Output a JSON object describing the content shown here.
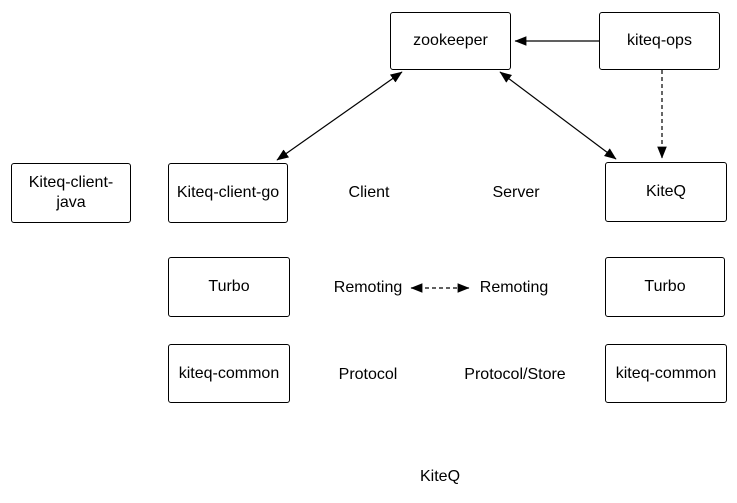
{
  "diagram": {
    "caption": "KiteQ",
    "nodes": {
      "zookeeper": {
        "label": "zookeeper"
      },
      "kiteq_ops": {
        "label": "kiteq-ops"
      },
      "kiteq_client_java": {
        "label": "Kiteq-client-java"
      },
      "kiteq_client_go": {
        "label": "Kiteq-client-go"
      },
      "kiteq": {
        "label": "KiteQ"
      },
      "turbo_client": {
        "label": "Turbo"
      },
      "turbo_server": {
        "label": "Turbo"
      },
      "kiteq_common_client": {
        "label": "kiteq-common"
      },
      "kiteq_common_server": {
        "label": "kiteq-common"
      }
    },
    "labels": {
      "client": "Client",
      "server": "Server",
      "remoting_client": "Remoting",
      "remoting_server": "Remoting",
      "protocol": "Protocol",
      "protocol_store": "Protocol/Store"
    },
    "edges": [
      {
        "from": "kiteq-ops",
        "to": "zookeeper",
        "style": "solid",
        "arrows": "single"
      },
      {
        "from": "kiteq-ops",
        "to": "KiteQ",
        "style": "dashed",
        "arrows": "single"
      },
      {
        "from": "zookeeper",
        "to": "Kiteq-client-go",
        "style": "solid",
        "arrows": "double"
      },
      {
        "from": "zookeeper",
        "to": "KiteQ",
        "style": "solid",
        "arrows": "double"
      },
      {
        "from": "Remoting (client)",
        "to": "Remoting (server)",
        "style": "dashed",
        "arrows": "double"
      }
    ],
    "colors": {
      "background": "#ffffff",
      "line": "#000000",
      "text": "#000000"
    }
  }
}
